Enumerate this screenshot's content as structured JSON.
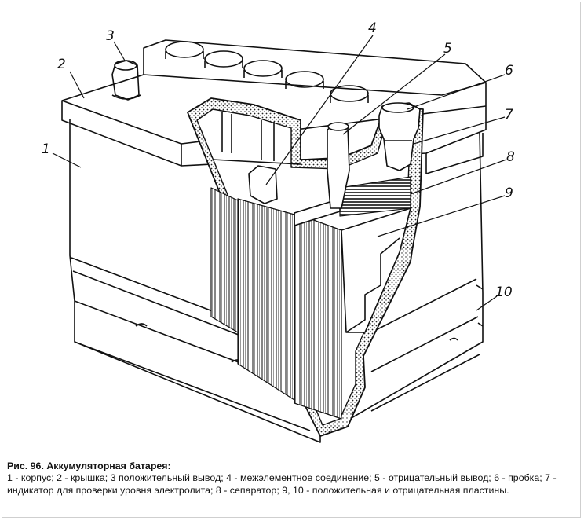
{
  "figure": {
    "labels": [
      "1",
      "2",
      "3",
      "4",
      "5",
      "6",
      "7",
      "8",
      "9",
      "10"
    ]
  },
  "caption": {
    "title": "Рис. 96. Аккумуляторная батарея:",
    "text": "1 - корпус; 2 - крышка; 3 положительный вывод; 4 - межэлементное соединение; 5 - отрицательный вывод; 6 - пробка; 7 - индикатор для проверки уровня электролита; 8 - сепаратор; 9, 10 - положительная и отрицательная пластины."
  }
}
